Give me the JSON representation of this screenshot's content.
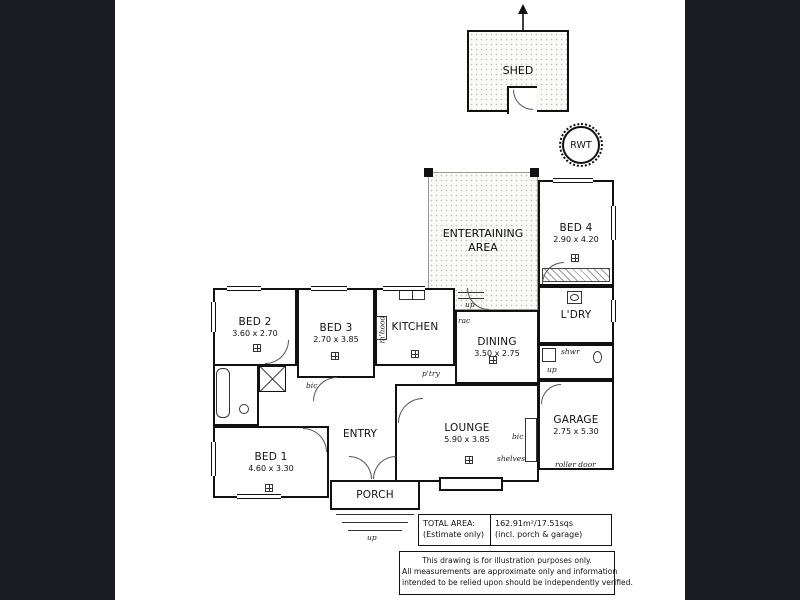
{
  "colors": {
    "sidebar": "#1b1b22",
    "wall": "#111111",
    "canvas": "#ffffff"
  },
  "compass": {
    "name": "north-arrow"
  },
  "shed": {
    "label": "SHED"
  },
  "rwt": {
    "label": "RWT"
  },
  "rooms": {
    "entertaining": {
      "name": "ENTERTAINING AREA"
    },
    "bed4": {
      "name": "BED 4",
      "dims": "2.90 x 4.20"
    },
    "ldry": {
      "name": "L'DRY"
    },
    "garage": {
      "name": "GARAGE",
      "dims": "2.75 x 5.30"
    },
    "bed2": {
      "name": "BED 2",
      "dims": "3.60 x 2.70"
    },
    "bed3": {
      "name": "BED 3",
      "dims": "2.70 x 3.85"
    },
    "kitchen": {
      "name": "KITCHEN"
    },
    "dining": {
      "name": "DINING",
      "dims": "3.50 x 2.75"
    },
    "entry": {
      "name": "ENTRY"
    },
    "lounge": {
      "name": "LOUNGE",
      "dims": "5.90 x 3.85"
    },
    "bed1": {
      "name": "BED 1",
      "dims": "4.60 x 3.30"
    },
    "porch": {
      "name": "PORCH"
    }
  },
  "annotations": {
    "rac": "rac",
    "mhood": "m'hood",
    "ptry": "p'try",
    "bic_hall": "bic",
    "bic_lounge": "bic",
    "shelves": "shelves",
    "shwr": "shwr",
    "roller_door": "roller door",
    "up_entertaining": "up",
    "up_ldry": "up",
    "up_porch": "up"
  },
  "total_area": {
    "label_line1": "TOTAL AREA:",
    "label_line2": "(Estimate only)",
    "value_line1": "162.91m²/17.51sqs",
    "value_line2": "(incl. porch & garage)"
  },
  "disclaimer": {
    "line1": "This drawing is for illustration purposes only.",
    "line2": "All measurements are approximate only and information",
    "line3": "intended to be relied upon should be independently verified."
  }
}
